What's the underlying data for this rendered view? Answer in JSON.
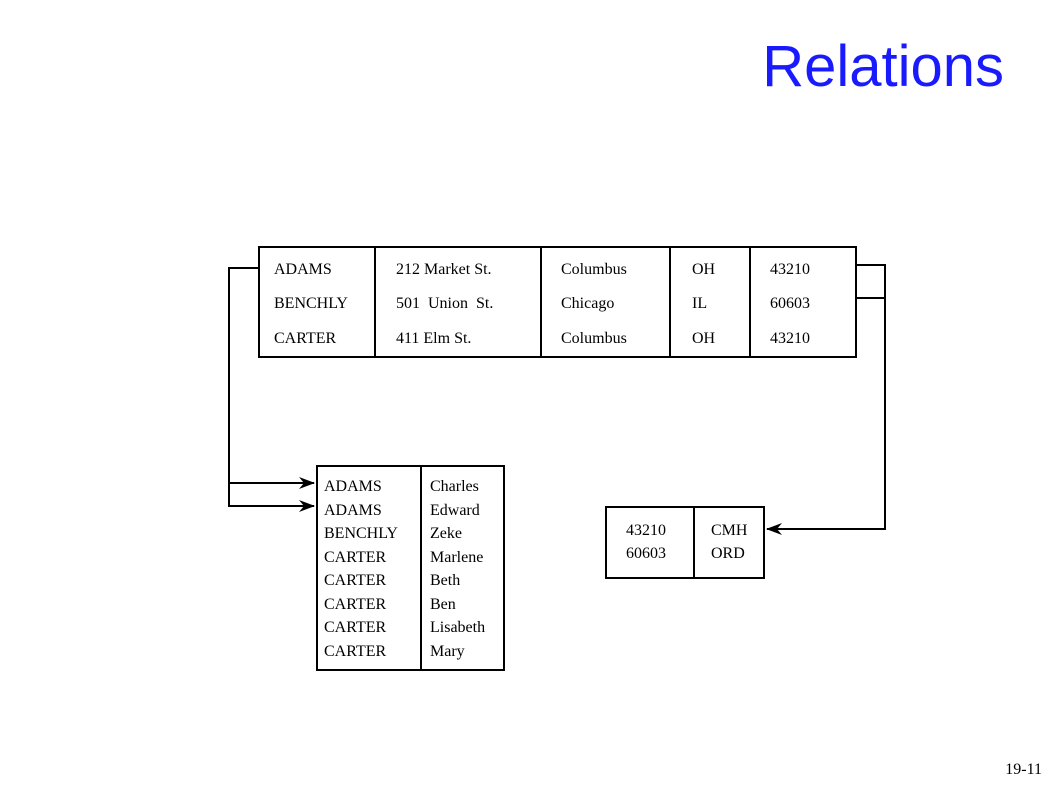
{
  "title": "Relations",
  "slide_number": "19-11",
  "main_table": {
    "rows": [
      [
        "ADAMS",
        "212 Market St.",
        "Columbus",
        "OH",
        "43210"
      ],
      [
        "BENCHLY",
        "501  Union  St.",
        "Chicago",
        "IL",
        "60603"
      ],
      [
        "CARTER",
        "411 Elm St.",
        "Columbus",
        "OH",
        "43210"
      ]
    ]
  },
  "names_table": {
    "rows": [
      [
        "ADAMS",
        "Charles"
      ],
      [
        "ADAMS",
        "Edward"
      ],
      [
        "BENCHLY",
        "Zeke"
      ],
      [
        "CARTER",
        "Marlene"
      ],
      [
        "CARTER",
        "Beth"
      ],
      [
        "CARTER",
        "Ben"
      ],
      [
        "CARTER",
        "Lisabeth"
      ],
      [
        "CARTER",
        "Mary"
      ]
    ]
  },
  "zip_table": {
    "rows": [
      [
        "43210",
        "CMH"
      ],
      [
        "60603",
        "ORD"
      ]
    ]
  }
}
